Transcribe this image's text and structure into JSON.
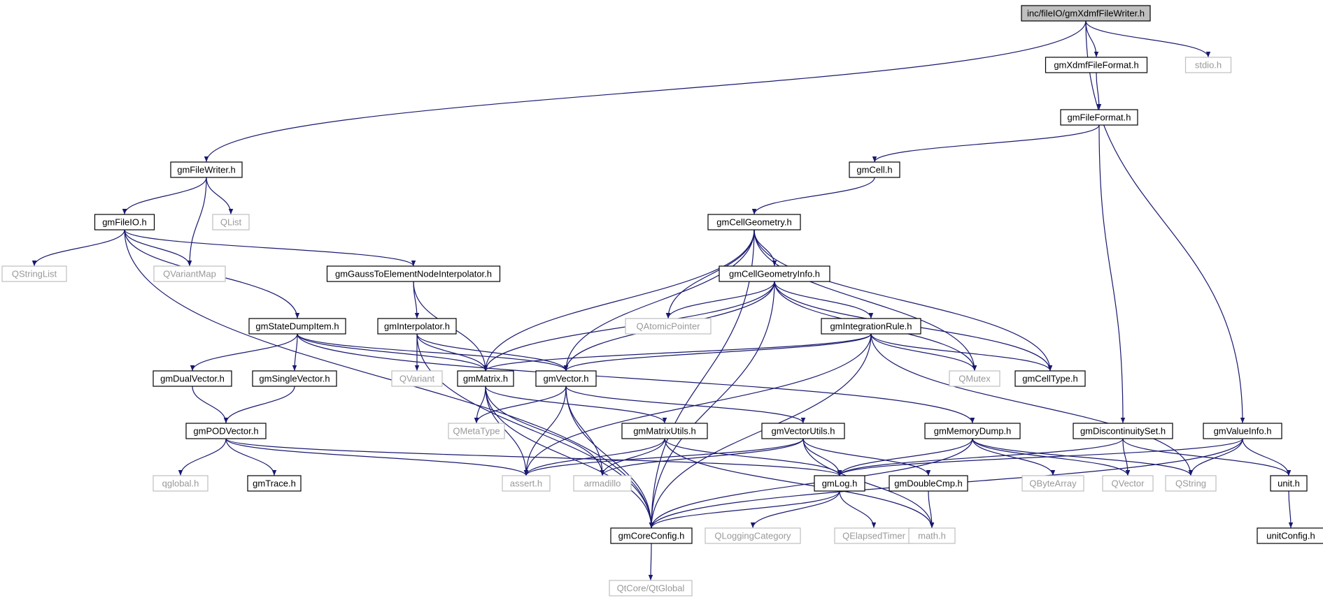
{
  "graph": {
    "colors": {
      "edge": "#191970",
      "main_fill": "#bfbfbf",
      "local_border": "#000000",
      "external_border": "#bfbfbf",
      "external_text": "#999999"
    },
    "nodes": [
      {
        "id": "root",
        "label": "inc/fileIO/gmXdmfFileWriter.h",
        "kind": "main"
      },
      {
        "id": "xdmfformat",
        "label": "gmXdmfFileFormat.h",
        "kind": "local"
      },
      {
        "id": "stdio",
        "label": "stdio.h",
        "kind": "external"
      },
      {
        "id": "fileformat",
        "label": "gmFileFormat.h",
        "kind": "local"
      },
      {
        "id": "filewriter",
        "label": "gmFileWriter.h",
        "kind": "local"
      },
      {
        "id": "cell",
        "label": "gmCell.h",
        "kind": "local"
      },
      {
        "id": "fileio",
        "label": "gmFileIO.h",
        "kind": "local"
      },
      {
        "id": "qlist",
        "label": "QList",
        "kind": "external"
      },
      {
        "id": "cellgeom",
        "label": "gmCellGeometry.h",
        "kind": "local"
      },
      {
        "id": "qstringlist",
        "label": "QStringList",
        "kind": "external"
      },
      {
        "id": "qvariantmap",
        "label": "QVariantMap",
        "kind": "external"
      },
      {
        "id": "gauss",
        "label": "gmGaussToElementNodeInterpolator.h",
        "kind": "local"
      },
      {
        "id": "cellgeominfo",
        "label": "gmCellGeometryInfo.h",
        "kind": "local"
      },
      {
        "id": "statedump",
        "label": "gmStateDumpItem.h",
        "kind": "local"
      },
      {
        "id": "interp",
        "label": "gmInterpolator.h",
        "kind": "local"
      },
      {
        "id": "qatomic",
        "label": "QAtomicPointer",
        "kind": "external"
      },
      {
        "id": "intrule",
        "label": "gmIntegrationRule.h",
        "kind": "local"
      },
      {
        "id": "dualvec",
        "label": "gmDualVector.h",
        "kind": "local"
      },
      {
        "id": "singlevec",
        "label": "gmSingleVector.h",
        "kind": "local"
      },
      {
        "id": "qvariant",
        "label": "QVariant",
        "kind": "external"
      },
      {
        "id": "matrix",
        "label": "gmMatrix.h",
        "kind": "local"
      },
      {
        "id": "vector",
        "label": "gmVector.h",
        "kind": "local"
      },
      {
        "id": "qmutex",
        "label": "QMutex",
        "kind": "external"
      },
      {
        "id": "celltype",
        "label": "gmCellType.h",
        "kind": "local"
      },
      {
        "id": "podvec",
        "label": "gmPODVector.h",
        "kind": "local"
      },
      {
        "id": "qmetatype",
        "label": "QMetaType",
        "kind": "external"
      },
      {
        "id": "matutils",
        "label": "gmMatrixUtils.h",
        "kind": "local"
      },
      {
        "id": "vecutils",
        "label": "gmVectorUtils.h",
        "kind": "local"
      },
      {
        "id": "memdump",
        "label": "gmMemoryDump.h",
        "kind": "local"
      },
      {
        "id": "discset",
        "label": "gmDiscontinuitySet.h",
        "kind": "local"
      },
      {
        "id": "valueinfo",
        "label": "gmValueInfo.h",
        "kind": "local"
      },
      {
        "id": "qglobal",
        "label": "qglobal.h",
        "kind": "external"
      },
      {
        "id": "trace",
        "label": "gmTrace.h",
        "kind": "local"
      },
      {
        "id": "assert",
        "label": "assert.h",
        "kind": "external"
      },
      {
        "id": "armadillo",
        "label": "armadillo",
        "kind": "external"
      },
      {
        "id": "log",
        "label": "gmLog.h",
        "kind": "local"
      },
      {
        "id": "doublecmp",
        "label": "gmDoubleCmp.h",
        "kind": "local"
      },
      {
        "id": "qbytearray",
        "label": "QByteArray",
        "kind": "external"
      },
      {
        "id": "qvector",
        "label": "QVector",
        "kind": "external"
      },
      {
        "id": "qstring",
        "label": "QString",
        "kind": "external"
      },
      {
        "id": "unit",
        "label": "unit.h",
        "kind": "local"
      },
      {
        "id": "coreconfig",
        "label": "gmCoreConfig.h",
        "kind": "local"
      },
      {
        "id": "qlogcat",
        "label": "QLoggingCategory",
        "kind": "external"
      },
      {
        "id": "qelapsed",
        "label": "QElapsedTimer",
        "kind": "external"
      },
      {
        "id": "math",
        "label": "math.h",
        "kind": "external"
      },
      {
        "id": "unitconfig",
        "label": "unitConfig.h",
        "kind": "local"
      },
      {
        "id": "qtglobal",
        "label": "QtCore/QtGlobal",
        "kind": "external"
      }
    ],
    "edges": [
      [
        "root",
        "filewriter"
      ],
      [
        "root",
        "xdmfformat"
      ],
      [
        "root",
        "stdio"
      ],
      [
        "root",
        "valueinfo"
      ],
      [
        "xdmfformat",
        "fileformat"
      ],
      [
        "fileformat",
        "cell"
      ],
      [
        "fileformat",
        "discset"
      ],
      [
        "cell",
        "cellgeom"
      ],
      [
        "filewriter",
        "fileio"
      ],
      [
        "filewriter",
        "qlist"
      ],
      [
        "filewriter",
        "qvariantmap"
      ],
      [
        "fileio",
        "qstringlist"
      ],
      [
        "fileio",
        "qvariantmap"
      ],
      [
        "fileio",
        "gauss"
      ],
      [
        "fileio",
        "statedump"
      ],
      [
        "fileio",
        "coreconfig"
      ],
      [
        "cellgeom",
        "cellgeominfo"
      ],
      [
        "cellgeom",
        "qatomic"
      ],
      [
        "cellgeom",
        "matrix"
      ],
      [
        "cellgeom",
        "vector"
      ],
      [
        "cellgeom",
        "qmutex"
      ],
      [
        "cellgeom",
        "celltype"
      ],
      [
        "cellgeom",
        "coreconfig"
      ],
      [
        "gauss",
        "interp"
      ],
      [
        "gauss",
        "matrix"
      ],
      [
        "cellgeominfo",
        "qatomic"
      ],
      [
        "cellgeominfo",
        "intrule"
      ],
      [
        "cellgeominfo",
        "matrix"
      ],
      [
        "cellgeominfo",
        "vector"
      ],
      [
        "cellgeominfo",
        "qmutex"
      ],
      [
        "cellgeominfo",
        "celltype"
      ],
      [
        "cellgeominfo",
        "coreconfig"
      ],
      [
        "interp",
        "qvariant"
      ],
      [
        "interp",
        "matrix"
      ],
      [
        "interp",
        "vector"
      ],
      [
        "interp",
        "coreconfig"
      ],
      [
        "statedump",
        "dualvec"
      ],
      [
        "statedump",
        "singlevec"
      ],
      [
        "statedump",
        "matrix"
      ],
      [
        "statedump",
        "vector"
      ],
      [
        "statedump",
        "memdump"
      ],
      [
        "intrule",
        "matrix"
      ],
      [
        "intrule",
        "vector"
      ],
      [
        "intrule",
        "qmutex"
      ],
      [
        "intrule",
        "celltype"
      ],
      [
        "intrule",
        "assert"
      ],
      [
        "intrule",
        "coreconfig"
      ],
      [
        "intrule",
        "qstring"
      ],
      [
        "dualvec",
        "podvec"
      ],
      [
        "singlevec",
        "podvec"
      ],
      [
        "podvec",
        "qglobal"
      ],
      [
        "podvec",
        "trace"
      ],
      [
        "podvec",
        "assert"
      ],
      [
        "podvec",
        "log"
      ],
      [
        "matrix",
        "qmetatype"
      ],
      [
        "matrix",
        "matutils"
      ],
      [
        "matrix",
        "assert"
      ],
      [
        "matrix",
        "armadillo"
      ],
      [
        "matrix",
        "coreconfig"
      ],
      [
        "vector",
        "qmetatype"
      ],
      [
        "vector",
        "vecutils"
      ],
      [
        "vector",
        "assert"
      ],
      [
        "vector",
        "armadillo"
      ],
      [
        "vector",
        "coreconfig"
      ],
      [
        "matutils",
        "assert"
      ],
      [
        "matutils",
        "armadillo"
      ],
      [
        "matutils",
        "log"
      ],
      [
        "matutils",
        "math"
      ],
      [
        "vecutils",
        "assert"
      ],
      [
        "vecutils",
        "armadillo"
      ],
      [
        "vecutils",
        "log"
      ],
      [
        "vecutils",
        "doublecmp"
      ],
      [
        "vecutils",
        "math"
      ],
      [
        "memdump",
        "log"
      ],
      [
        "memdump",
        "qbytearray"
      ],
      [
        "memdump",
        "qvector"
      ],
      [
        "memdump",
        "qstring"
      ],
      [
        "memdump",
        "coreconfig"
      ],
      [
        "discset",
        "qvector"
      ],
      [
        "discset",
        "log"
      ],
      [
        "discset",
        "unit"
      ],
      [
        "valueinfo",
        "qstring"
      ],
      [
        "valueinfo",
        "unit"
      ],
      [
        "valueinfo",
        "log"
      ],
      [
        "valueinfo",
        "coreconfig"
      ],
      [
        "log",
        "coreconfig"
      ],
      [
        "log",
        "qlogcat"
      ],
      [
        "log",
        "qelapsed"
      ],
      [
        "doublecmp",
        "math"
      ],
      [
        "unit",
        "unitconfig"
      ],
      [
        "coreconfig",
        "qtglobal"
      ]
    ]
  }
}
